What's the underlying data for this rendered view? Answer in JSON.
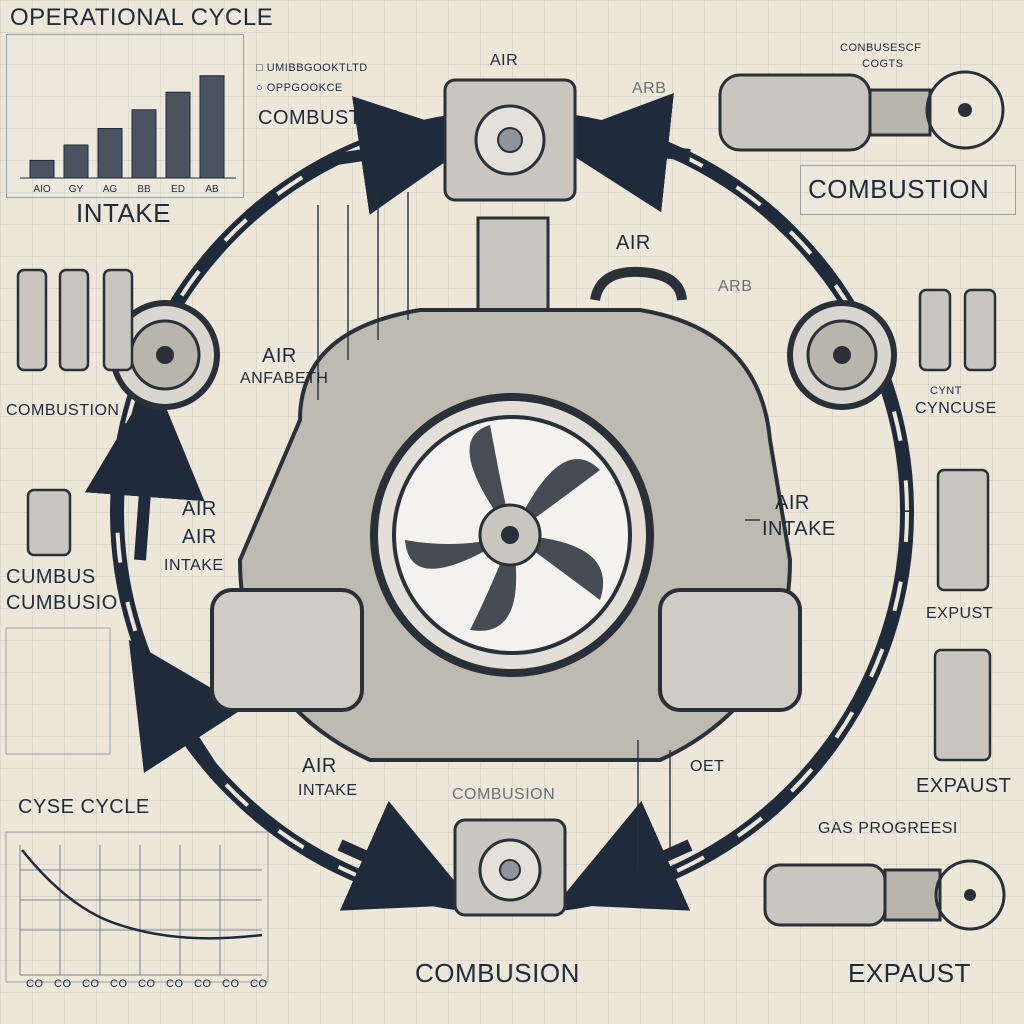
{
  "title": "OPERATIONAL CYCLE",
  "labels": {
    "top_right_small_1": "CONBUSESCF",
    "top_right_small_2": "COGTS",
    "legend_1": "UMIBBGOOKTLTD",
    "legend_2": "OPPGOOKCE",
    "combustion_top_left": "COMBUSTION",
    "combustion_top_right": "COMBUSTION",
    "air_top": "AIR",
    "arb_top": "ARB",
    "intake_left": "INTAKE",
    "air_center": "AIR",
    "arb_center": "ARB",
    "air_left": "AIR",
    "air_left_sub": "ANFABETH",
    "combustion_left": "COMBUSTION",
    "air_mid_1": "AIR",
    "air_mid_2": "AIR",
    "intake_mid": "INTAKE",
    "air_right": "AIR",
    "intake_right": "INTAKE",
    "cumbus_1": "CUMBUS",
    "cumbus_2": "CUMBUSIO",
    "cynt_right": "CYNT",
    "cyncuse_right": "CYNCUSE",
    "expust_1": "EXPUST",
    "expaust_1": "EXPAUST",
    "air_bottom": "AIR",
    "intake_bottom": "INTAKE",
    "combustion_faint": "COMBUSION",
    "oet": "OET",
    "cyse_cycle": "CYSE CYCLE",
    "gas_progress": "GAS PROGREESI",
    "combustion_bottom": "COMBUSION",
    "expaust_bottom": "EXPAUST"
  },
  "bar_chart": {
    "values": [
      16,
      30,
      45,
      62,
      78,
      93
    ],
    "ticks": [
      "AIO",
      "GY",
      "AG",
      "BB",
      "ED",
      "AB"
    ]
  },
  "line_chart": {
    "ticks": [
      "CO",
      "CO",
      "CO",
      "CO",
      "CO",
      "CO",
      "CO",
      "CO",
      "CO"
    ]
  }
}
